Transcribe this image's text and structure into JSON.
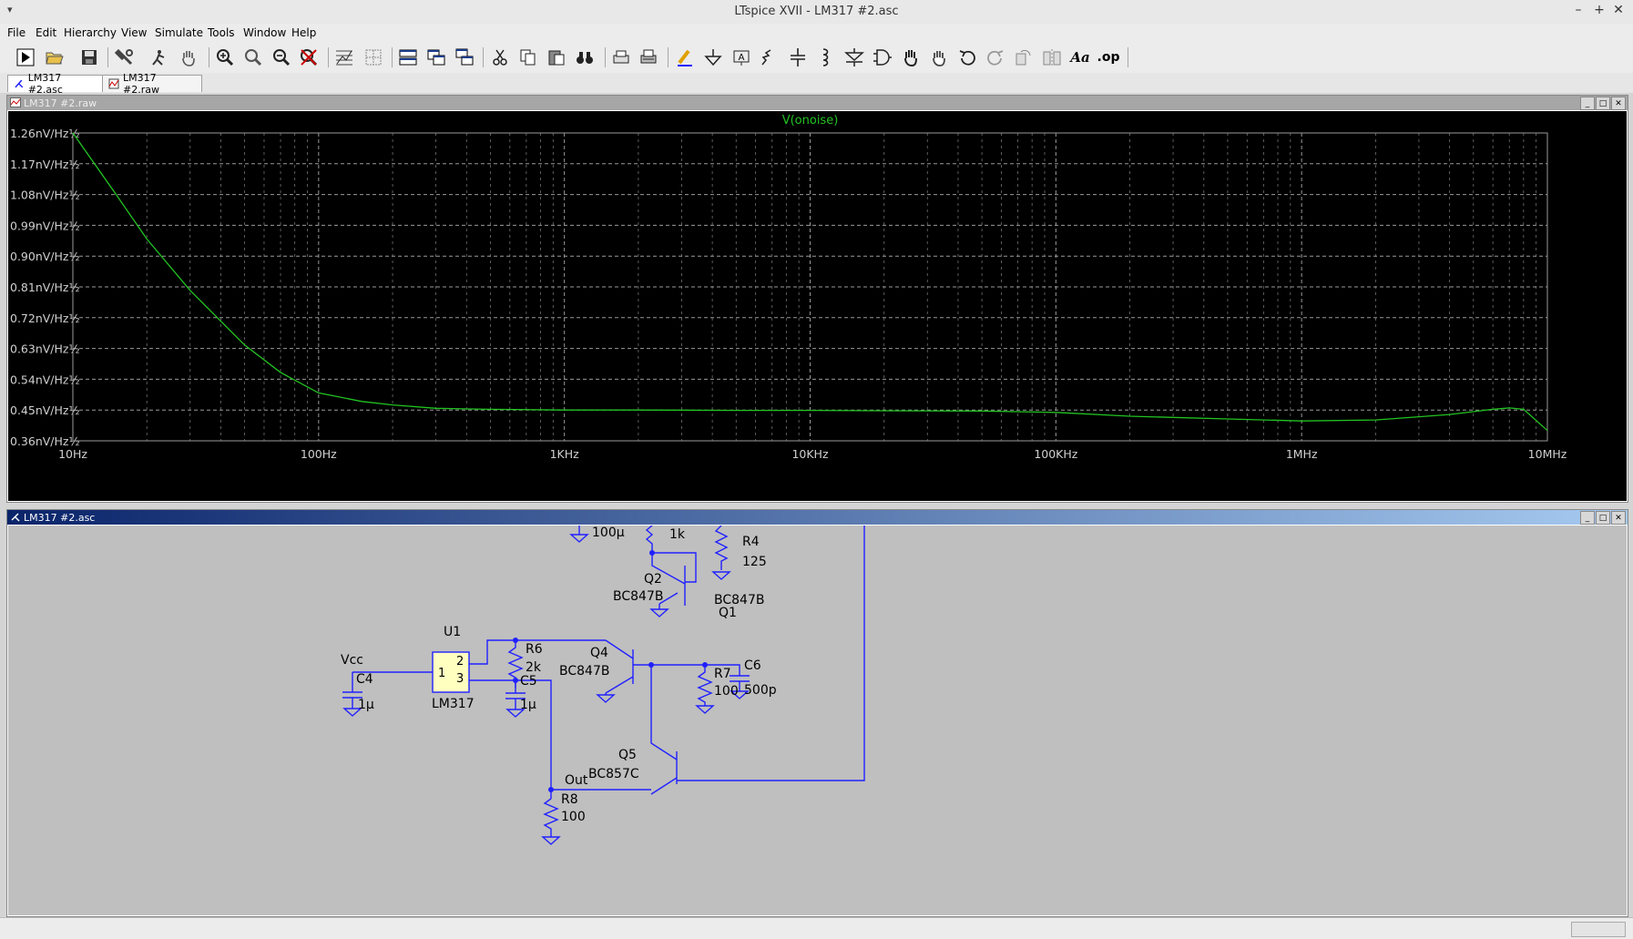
{
  "window": {
    "title": "LTspice XVII - LM317 #2.asc"
  },
  "menu": [
    "File",
    "Edit",
    "Hierarchy",
    "View",
    "Simulate",
    "Tools",
    "Window",
    "Help"
  ],
  "toolbar": {
    "icons": [
      "run-icon",
      "open-icon",
      "save-icon",
      "control-panel-icon",
      "halt-icon",
      "pan-icon",
      "zoom-in-icon",
      "zoom-area-icon",
      "zoom-out-icon",
      "zoom-cancel-icon",
      "autorange-icon",
      "grid-icon",
      "tile-horizontal-icon",
      "tile-vertical-icon",
      "cascade-icon",
      "cut-icon",
      "copy-icon",
      "paste-icon",
      "find-icon",
      "print-icon",
      "print-setup-icon",
      "wire-icon",
      "ground-icon",
      "label-icon",
      "resistor-icon",
      "capacitor-icon",
      "inductor-icon",
      "diode-icon",
      "component-icon",
      "move-icon",
      "drag-icon",
      "undo-icon",
      "redo-icon",
      "rotate-icon",
      "mirror-icon",
      "text-icon",
      "spice-directive-icon"
    ],
    "directive_label": ".op",
    "text_label": "Aa"
  },
  "tabs": [
    {
      "label": "LM317 #2.asc",
      "icon": "schematic-icon"
    },
    {
      "label": "LM317 #2.raw",
      "icon": "waveform-icon"
    }
  ],
  "plot_pane": {
    "title": "LM317 #2.raw"
  },
  "schematic_pane": {
    "title": "LM317 #2.asc"
  },
  "colors": {
    "trace": "#22c322",
    "wire": "#2020ff",
    "ic_fill": "#ffffc0",
    "plot_bg": "#000000",
    "schematic_bg": "#bfbfbf",
    "grid": "#9a9a9a"
  },
  "chart_data": {
    "type": "line",
    "title": "V(onoise)",
    "x_scale": "log",
    "xlim": [
      10,
      10000000
    ],
    "ylim": [
      0.36,
      1.26
    ],
    "grid": true,
    "x_tick_labels": [
      "10Hz",
      "100Hz",
      "1KHz",
      "10KHz",
      "100KHz",
      "1MHz",
      "10MHz"
    ],
    "y_tick_labels": [
      "1.26nV/Hz½",
      "1.17nV/Hz½",
      "1.08nV/Hz½",
      "0.99nV/Hz½",
      "0.90nV/Hz½",
      "0.81nV/Hz½",
      "0.72nV/Hz½",
      "0.63nV/Hz½",
      "0.54nV/Hz½",
      "0.45nV/Hz½",
      "0.36nV/Hz½"
    ],
    "series": [
      {
        "name": "V(onoise)",
        "x": [
          10,
          15,
          20,
          30,
          50,
          70,
          100,
          150,
          200,
          300,
          500,
          1000,
          2000,
          5000,
          10000,
          20000,
          50000,
          100000,
          200000,
          500000,
          1000000,
          2000000,
          4000000,
          6000000,
          7000000,
          8000000,
          10000000
        ],
        "y": [
          1.26,
          1.08,
          0.95,
          0.8,
          0.64,
          0.56,
          0.5,
          0.475,
          0.465,
          0.455,
          0.452,
          0.45,
          0.45,
          0.449,
          0.449,
          0.448,
          0.447,
          0.443,
          0.432,
          0.424,
          0.418,
          0.421,
          0.437,
          0.452,
          0.456,
          0.452,
          0.39
        ]
      }
    ]
  },
  "schematic": {
    "labels": {
      "c_top_val": "100µ",
      "r_top_val": "1k",
      "r4_ref": "R4",
      "r4_val": "125",
      "q2_ref": "Q2",
      "q2_model": "BC847B",
      "q1_model": "BC847B",
      "q1_ref": "Q1",
      "u1_ref": "U1",
      "u1_part": "LM317",
      "u1_pin1": "1",
      "u1_pin2": "2",
      "u1_pin3": "3",
      "vcc": "Vcc",
      "c4_ref": "C4",
      "c4_val": "1µ",
      "r6_ref": "R6",
      "r6_val": "2k",
      "c5_ref": "C5",
      "c5_val": "1µ",
      "q4_ref": "Q4",
      "q4_model": "BC847B",
      "r7_ref": "R7",
      "r7_val": "100",
      "c6_ref": "C6",
      "c6_val": "500p",
      "q5_ref": "Q5",
      "q5_model": "BC857C",
      "out": "Out",
      "r8_ref": "R8",
      "r8_val": "100"
    }
  }
}
